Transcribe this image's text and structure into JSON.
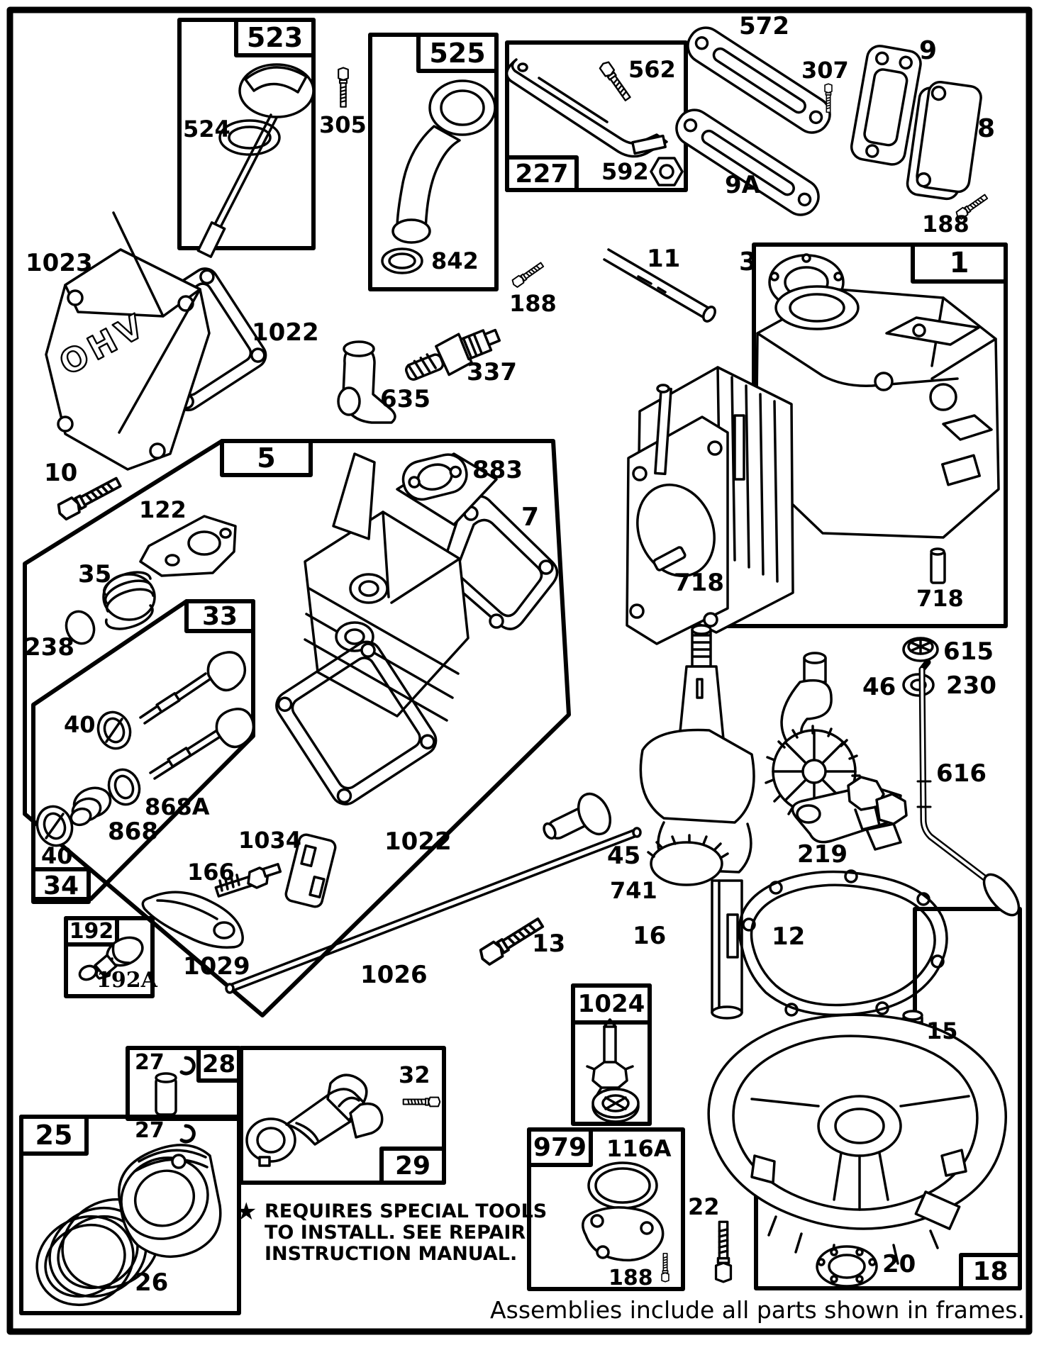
{
  "diagram_title": "engine-exploded-parts-diagram",
  "labels": {
    "p1": "1",
    "p3": "3",
    "p5": "5",
    "p7": "7",
    "p8": "8",
    "p9": "9",
    "p9a": "9A",
    "p10": "10",
    "p11": "11",
    "p12": "12",
    "p13": "13",
    "p15": "15",
    "p16": "16",
    "p18": "18",
    "p20": "20",
    "p22": "22",
    "p25": "25",
    "p26": "26",
    "p27": "27",
    "p28": "28",
    "p29": "29",
    "p32": "32",
    "p33": "33",
    "p34": "34",
    "p35": "35",
    "p40": "40",
    "p45": "45",
    "p46": "46",
    "p116a": "116A",
    "p122": "122",
    "p166": "166",
    "p188": "188",
    "p192": "192",
    "p192a": "192A",
    "p219": "219",
    "p227": "227",
    "p230": "230",
    "p238": "238",
    "p305": "305",
    "p307": "307",
    "p337": "337",
    "p523": "523",
    "p524": "524",
    "p525": "525",
    "p562": "562",
    "p572": "572",
    "p592": "592",
    "p615": "615",
    "p616": "616",
    "p635": "635",
    "p718": "718",
    "p741": "741",
    "p842": "842",
    "p868": "868",
    "p868a": "868A",
    "p883": "883",
    "p979": "979",
    "p1022": "1022",
    "p1023": "1023",
    "p1024": "1024",
    "p1026": "1026",
    "p1029": "1029",
    "p1034": "1034"
  },
  "engine": {
    "cover_text": "OHV"
  },
  "notes": {
    "star": "★",
    "special_line1": "REQUIRES SPECIAL TOOLS",
    "special_line2": "TO INSTALL.  SEE REPAIR",
    "special_line3": "INSTRUCTION MANUAL.",
    "footer": "Assemblies include all parts shown in frames."
  }
}
